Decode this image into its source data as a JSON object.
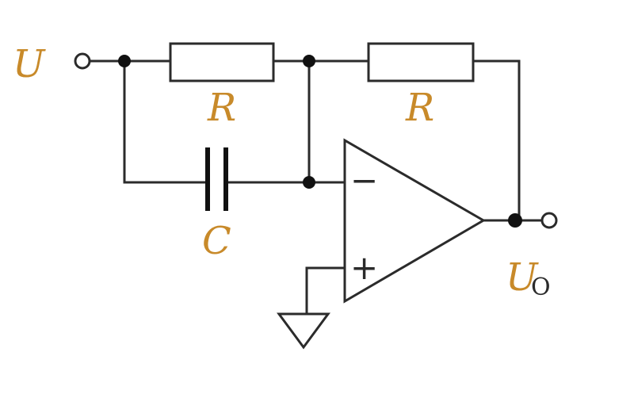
{
  "diagram": {
    "input_label": "U",
    "output_label_main": "U",
    "output_label_sub": "O",
    "resistor_1_label": "R",
    "resistor_2_label": "R",
    "capacitor_label": "C",
    "opamp_inverting_sign": "−",
    "opamp_noninverting_sign": "+",
    "colors": {
      "label": "#c88a2a",
      "line": "#2b2b2b"
    }
  }
}
